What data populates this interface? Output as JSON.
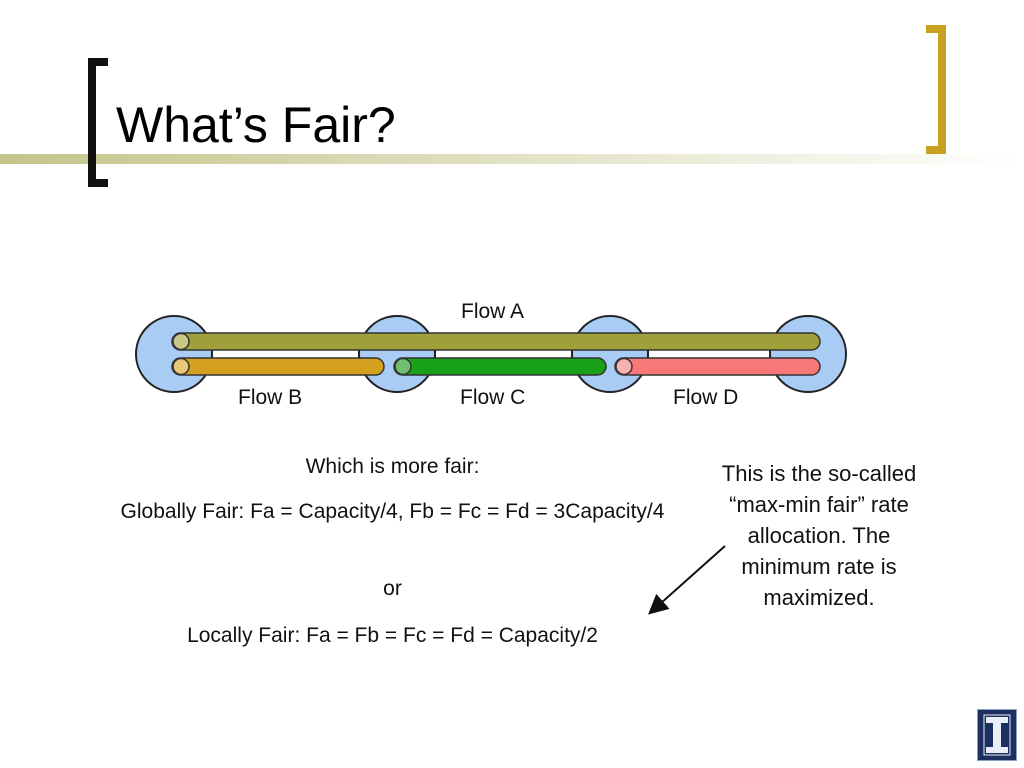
{
  "slide": {
    "title": "What’s Fair?",
    "accent_color": "#c9a020",
    "rule_color": "#c4c48a"
  },
  "diagram": {
    "flows": [
      {
        "name": "Flow A",
        "color": "#a0a03a",
        "end_color": "#c8c888"
      },
      {
        "name": "Flow B",
        "color": "#d4a020",
        "end_color": "#e8c878"
      },
      {
        "name": "Flow C",
        "color": "#18a018",
        "end_color": "#70c070"
      },
      {
        "name": "Flow D",
        "color": "#f87878",
        "end_color": "#f8b0b0"
      }
    ],
    "node_color": "#a8ccf4"
  },
  "body": {
    "question": "Which is more fair:",
    "globally_fair": "Globally Fair: Fa = Capacity/4, Fb = Fc = Fd = 3Capacity/4",
    "or": "or",
    "locally_fair": "Locally Fair: Fa = Fb = Fc = Fd = Capacity/2"
  },
  "callout": {
    "text": "This is the so-called “max-min fair” rate allocation.  The minimum rate is maximized."
  },
  "logo": {
    "icon": "university-logo-icon",
    "color": "#1c2f5e"
  }
}
